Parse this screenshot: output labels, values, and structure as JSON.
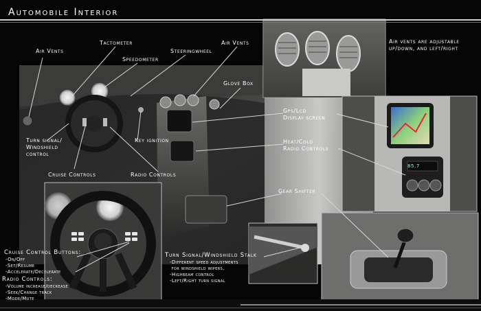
{
  "title": "Automobile Interior",
  "labels": {
    "air_vents_left": "Air Vents",
    "tactometer": "Tactometer",
    "speedometer": "Speedometer",
    "steeringwheel": "Steeringwheel",
    "air_vents_right": "Air Vents",
    "glove_box": "Glove Box",
    "turn_signal": [
      "Turn signal/",
      "Windshield",
      "control"
    ],
    "key_ignition": "Key ignition",
    "gps": [
      "Gps/Lcd",
      "Display screen"
    ],
    "heat_cold": [
      "Heat/Cold",
      "Radio Controls"
    ],
    "cruise_controls": "Cruise Controls",
    "radio_controls": "Radio Controls",
    "gear_shifter": "Gear Shifter",
    "air_vents_note": [
      "Air vents are adjustable",
      "up/down, and left/right"
    ]
  },
  "cruise_list": {
    "heading": "Cruise Control Buttons:",
    "items": [
      "-On/Off",
      "-Set/Resume",
      "-Accelerate/Decelerate"
    ]
  },
  "radio_list": {
    "heading": "Radio Controls:",
    "items": [
      "-Volume increase/decrease",
      "-Seek/Change track",
      "-Mode/Mute"
    ]
  },
  "stalk_list": {
    "heading": "Turn Signal/Windshield Stalk",
    "items": [
      "-Different speed adjustments",
      " for windshield wipers.",
      "-Highbeam control",
      "-Left/Right turn signal"
    ]
  },
  "radio_display": "85.7"
}
